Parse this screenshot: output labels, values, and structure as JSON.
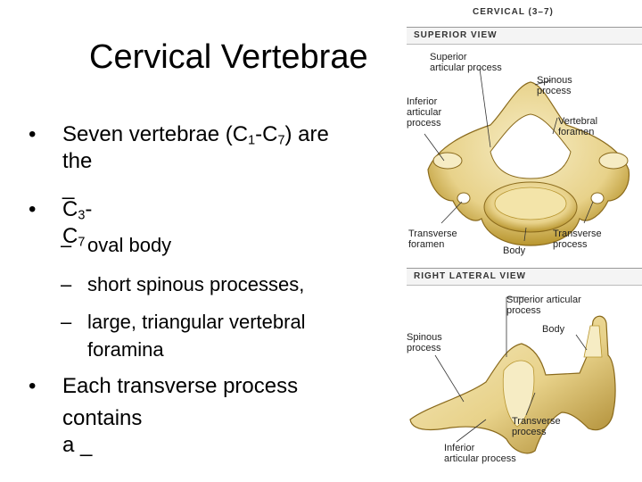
{
  "title": "Cervical Vertebrae",
  "bullets": [
    {
      "line1_a": "Seven vertebrae (C",
      "line1_sub1": "1",
      "line1_b": "-C",
      "line1_sub2": "7",
      "line1_c": ") are",
      "line2": "the _"
    },
    {
      "a": "C",
      "sub1": "3",
      "b": "-C",
      "sub2": "7"
    },
    {
      "dash": "–",
      "text": "oval body"
    },
    {
      "dash": "–",
      "text": "short spinous processes,"
    },
    {
      "dash": "–",
      "text_line1": "large, triangular vertebral",
      "text_line2": "foramina"
    },
    {
      "line1": "Each transverse process",
      "line2": "contains a _"
    }
  ],
  "figure": {
    "title": "CERVICAL (3–7)",
    "superior_view": "SUPERIOR VIEW",
    "lateral_view": "RIGHT LATERAL VIEW",
    "labels": {
      "superior_articular": [
        "Superior",
        "articular process"
      ],
      "spinous": [
        "Spinous",
        "process"
      ],
      "inferior_articular": [
        "Inferior",
        "articular",
        "process"
      ],
      "vertebral_foramen": [
        "Vertebral",
        "foramen"
      ],
      "transverse_foramen": [
        "Transverse",
        "foramen"
      ],
      "body": "Body",
      "transverse_process": [
        "Transverse",
        "process"
      ],
      "lat_superior_articular": [
        "Superior articular",
        "process"
      ],
      "lat_body": "Body",
      "lat_spinous": [
        "Spinous",
        "process"
      ],
      "lat_transverse": [
        "Transverse",
        "process"
      ],
      "lat_inferior": [
        "Inferior",
        "articular process"
      ]
    },
    "colors": {
      "bone": "#e8d28a",
      "bone_shadow": "#b8952e",
      "bone_light": "#f6ecc4"
    }
  }
}
